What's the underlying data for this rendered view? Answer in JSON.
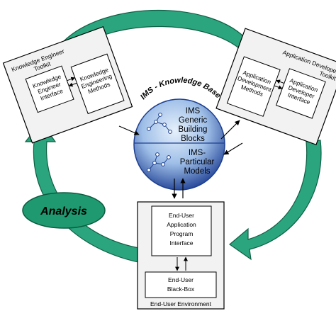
{
  "knowledge_base": {
    "arc_title": "IMS - Knowledge Base",
    "generic_blocks": [
      "IMS",
      "Generic",
      "Building",
      "Blocks"
    ],
    "particular_models": [
      "IMS-",
      "Particular",
      "Models"
    ]
  },
  "knowledge_engineer_toolkit": {
    "title": [
      "Knowledge Engineer",
      "Toolkit"
    ],
    "interface": [
      "Knowledge",
      "Engineer",
      "Interface"
    ],
    "methods": [
      "Knowledge",
      "Engineering",
      "Methods"
    ]
  },
  "application_developer_toolkit": {
    "title": [
      "Application Developer",
      "Toolkit"
    ],
    "interface": [
      "Application",
      "Developer",
      "Interface"
    ],
    "methods": [
      "Application",
      "Development",
      "Methods"
    ]
  },
  "end_user_environment": {
    "title": "End-User Environment",
    "interface": [
      "End-User",
      "Application",
      "Program",
      "Interface"
    ],
    "black_box": [
      "End-User",
      "Black-Box"
    ]
  },
  "analysis": {
    "label": "Analysis"
  },
  "colors": {
    "teal": "#2aa57e",
    "teal_dark": "#137a56",
    "blue_light": "#b9d2ee",
    "blue_dark": "#1d3f8f",
    "panel": "#f2f2f2"
  }
}
